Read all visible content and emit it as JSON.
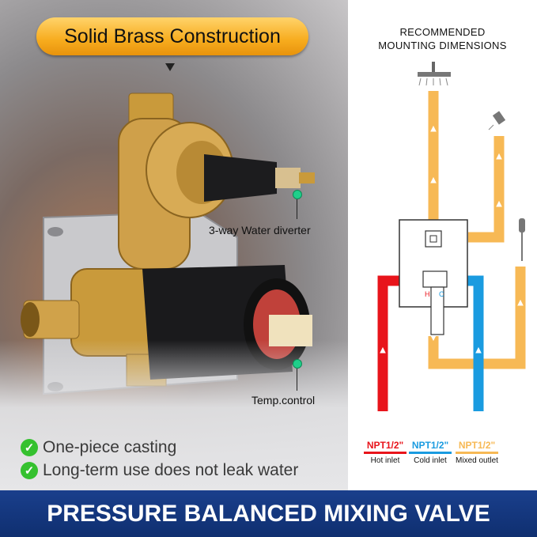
{
  "title_badge": "Solid Brass Construction",
  "callouts": {
    "diverter": "3-way Water diverter",
    "temp": "Temp.control"
  },
  "features": [
    "One-piece casting",
    "Long-term use does not leak water"
  ],
  "banner": "PRESSURE BALANCED MIXING VALVE",
  "diagram": {
    "title_line1": "RECOMMENDED",
    "title_line2": "MOUNTING DIMENSIONS",
    "hot_mark": "H",
    "cold_mark": "C"
  },
  "legend": [
    {
      "code": "NPT1/2\"",
      "label": "Hot inlet",
      "color": "#e8141b"
    },
    {
      "code": "NPT1/2\"",
      "label": "Cold inlet",
      "color": "#1a9be0"
    },
    {
      "code": "NPT1/2\"",
      "label": "Mixed outlet",
      "color": "#f7b955"
    }
  ],
  "colors": {
    "hot": "#e8141b",
    "cold": "#1a9be0",
    "mixed": "#f7b955",
    "banner": "#153a82",
    "badge": "#f7ac1e",
    "check": "#35c12f"
  }
}
